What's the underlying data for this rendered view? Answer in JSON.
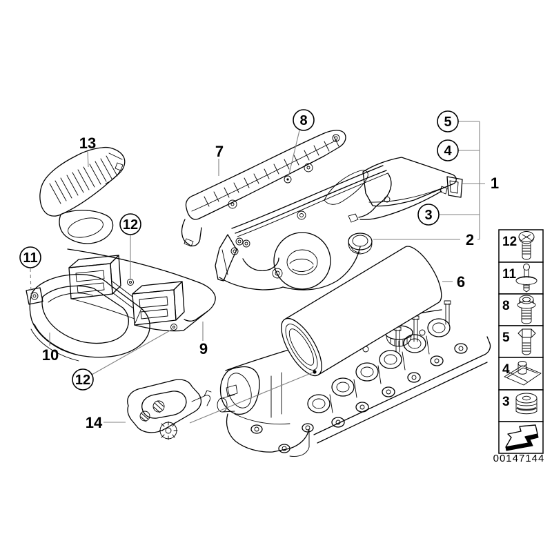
{
  "page": {
    "background": "#ffffff",
    "line_color": "#000000",
    "leader_color": "#818181"
  },
  "diagram": {
    "id_number": "00147144",
    "callouts": [
      {
        "ref": "13",
        "circled": false
      },
      {
        "ref": "7",
        "circled": false
      },
      {
        "ref": "8",
        "circled": true
      },
      {
        "ref": "12",
        "circled": true
      },
      {
        "ref": "11",
        "circled": true
      },
      {
        "ref": "10",
        "circled": false
      },
      {
        "ref": "12",
        "circled": true
      },
      {
        "ref": "14",
        "circled": false
      },
      {
        "ref": "9",
        "circled": false
      },
      {
        "ref": "5",
        "circled": true
      },
      {
        "ref": "4",
        "circled": true
      },
      {
        "ref": "3",
        "circled": true
      },
      {
        "ref": "1",
        "circled": false
      },
      {
        "ref": "2",
        "circled": false
      },
      {
        "ref": "6",
        "circled": false
      }
    ],
    "legend": {
      "items": [
        {
          "ref": "12",
          "icon": "phillips-screw"
        },
        {
          "ref": "11",
          "icon": "expansion-rivet"
        },
        {
          "ref": "8",
          "icon": "flanged-socket-bolt"
        },
        {
          "ref": "5",
          "icon": "hex-bolt"
        },
        {
          "ref": "4",
          "icon": "clip-nut"
        },
        {
          "ref": "3",
          "icon": "rubber-grommet"
        },
        {
          "ref": "",
          "icon": "direction-arrow"
        }
      ]
    }
  }
}
